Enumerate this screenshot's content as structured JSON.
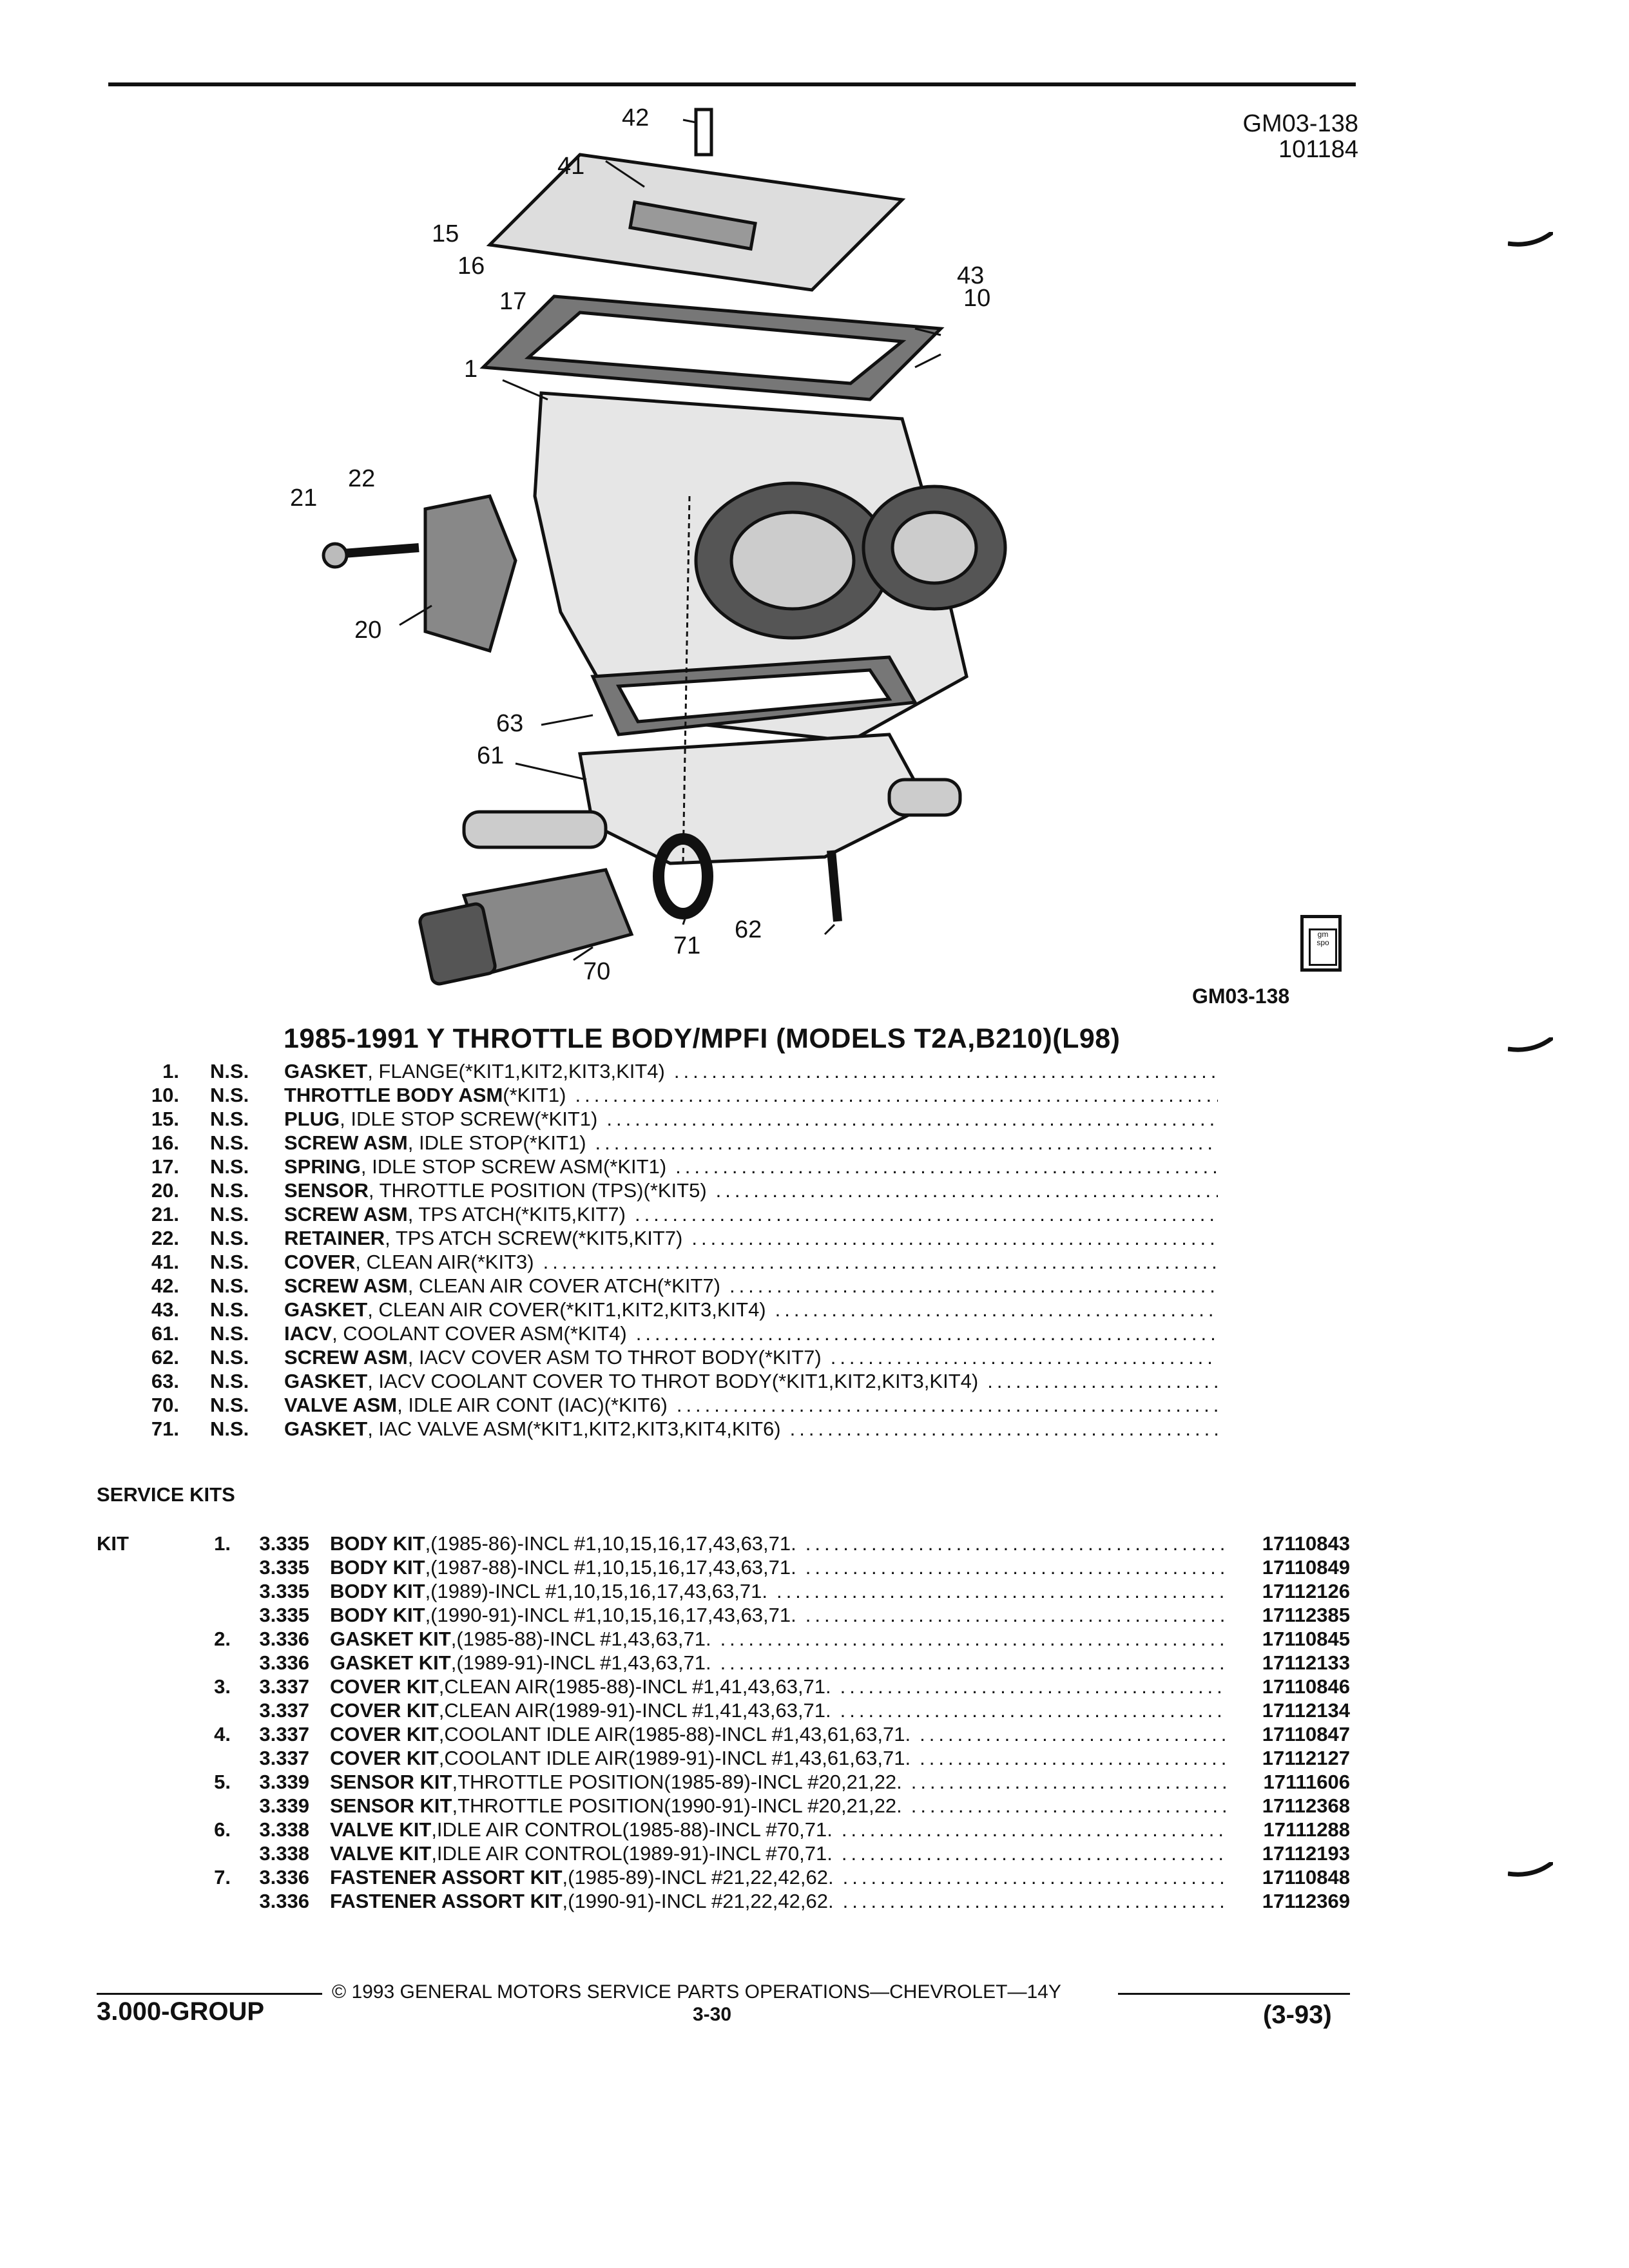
{
  "header": {
    "code": "GM03-138",
    "number": "101184"
  },
  "diagram": {
    "callouts": [
      "42",
      "41",
      "15",
      "16",
      "17",
      "43",
      "10",
      "1",
      "21",
      "22",
      "20",
      "63",
      "61",
      "62",
      "71",
      "70"
    ]
  },
  "figure_code": "GM03-138",
  "logo": {
    "text": "gm spo"
  },
  "title": "1985-1991 Y THROTTLE BODY/MPFI (MODELS T2A,B210)(L98)",
  "parts": [
    {
      "num": "1.",
      "ns": "N.S.",
      "name": "GASKET",
      "desc": ", FLANGE(*KIT1,KIT2,KIT3,KIT4)"
    },
    {
      "num": "10.",
      "ns": "N.S.",
      "name": "THROTTLE BODY ASM",
      "desc": "(*KIT1)"
    },
    {
      "num": "15.",
      "ns": "N.S.",
      "name": "PLUG",
      "desc": ", IDLE STOP SCREW(*KIT1)"
    },
    {
      "num": "16.",
      "ns": "N.S.",
      "name": "SCREW ASM",
      "desc": ", IDLE STOP(*KIT1)"
    },
    {
      "num": "17.",
      "ns": "N.S.",
      "name": "SPRING",
      "desc": ", IDLE STOP SCREW ASM(*KIT1)"
    },
    {
      "num": "20.",
      "ns": "N.S.",
      "name": "SENSOR",
      "desc": ", THROTTLE POSITION (TPS)(*KIT5)"
    },
    {
      "num": "21.",
      "ns": "N.S.",
      "name": "SCREW ASM",
      "desc": ", TPS ATCH(*KIT5,KIT7)"
    },
    {
      "num": "22.",
      "ns": "N.S.",
      "name": "RETAINER",
      "desc": ", TPS ATCH SCREW(*KIT5,KIT7)"
    },
    {
      "num": "41.",
      "ns": "N.S.",
      "name": "COVER",
      "desc": ", CLEAN AIR(*KIT3)"
    },
    {
      "num": "42.",
      "ns": "N.S.",
      "name": "SCREW ASM",
      "desc": ", CLEAN AIR COVER ATCH(*KIT7)"
    },
    {
      "num": "43.",
      "ns": "N.S.",
      "name": "GASKET",
      "desc": ", CLEAN AIR COVER(*KIT1,KIT2,KIT3,KIT4)"
    },
    {
      "num": "61.",
      "ns": "N.S.",
      "name": "IACV",
      "desc": ", COOLANT COVER ASM(*KIT4)"
    },
    {
      "num": "62.",
      "ns": "N.S.",
      "name": "SCREW ASM",
      "desc": ", IACV COVER ASM TO THROT BODY(*KIT7)"
    },
    {
      "num": "63.",
      "ns": "N.S.",
      "name": "GASKET",
      "desc": ", IACV COOLANT COVER TO THROT BODY(*KIT1,KIT2,KIT3,KIT4)"
    },
    {
      "num": "70.",
      "ns": "N.S.",
      "name": "VALVE ASM",
      "desc": ", IDLE AIR CONT (IAC)(*KIT6)"
    },
    {
      "num": "71.",
      "ns": "N.S.",
      "name": "GASKET",
      "desc": ", IAC VALVE ASM(*KIT1,KIT2,KIT3,KIT4,KIT6)"
    }
  ],
  "service_kits_header": "SERVICE KITS",
  "kits": [
    {
      "label": "KIT",
      "num": "1.",
      "grp": "3.335",
      "name": "BODY KIT",
      "desc": ",(1985-86)-INCL #1,10,15,16,17,43,63,71.",
      "part": "17110843"
    },
    {
      "label": "",
      "num": "",
      "grp": "3.335",
      "name": "BODY KIT",
      "desc": ",(1987-88)-INCL #1,10,15,16,17,43,63,71.",
      "part": "17110849"
    },
    {
      "label": "",
      "num": "",
      "grp": "3.335",
      "name": "BODY KIT",
      "desc": ",(1989)-INCL #1,10,15,16,17,43,63,71.",
      "part": "17112126"
    },
    {
      "label": "",
      "num": "",
      "grp": "3.335",
      "name": "BODY KIT",
      "desc": ",(1990-91)-INCL #1,10,15,16,17,43,63,71.",
      "part": "17112385"
    },
    {
      "label": "",
      "num": "2.",
      "grp": "3.336",
      "name": "GASKET KIT",
      "desc": ",(1985-88)-INCL #1,43,63,71.",
      "part": "17110845"
    },
    {
      "label": "",
      "num": "",
      "grp": "3.336",
      "name": "GASKET KIT",
      "desc": ",(1989-91)-INCL #1,43,63,71.",
      "part": "17112133"
    },
    {
      "label": "",
      "num": "3.",
      "grp": "3.337",
      "name": "COVER KIT",
      "desc": ",CLEAN AIR(1985-88)-INCL #1,41,43,63,71.",
      "part": "17110846"
    },
    {
      "label": "",
      "num": "",
      "grp": "3.337",
      "name": "COVER KIT",
      "desc": ",CLEAN AIR(1989-91)-INCL #1,41,43,63,71.",
      "part": "17112134"
    },
    {
      "label": "",
      "num": "4.",
      "grp": "3.337",
      "name": "COVER KIT",
      "desc": ",COOLANT IDLE AIR(1985-88)-INCL #1,43,61,63,71.",
      "part": "17110847"
    },
    {
      "label": "",
      "num": "",
      "grp": "3.337",
      "name": "COVER KIT",
      "desc": ",COOLANT IDLE AIR(1989-91)-INCL #1,43,61,63,71.",
      "part": "17112127"
    },
    {
      "label": "",
      "num": "5.",
      "grp": "3.339",
      "name": "SENSOR KIT",
      "desc": ",THROTTLE POSITION(1985-89)-INCL #20,21,22.",
      "part": "17111606"
    },
    {
      "label": "",
      "num": "",
      "grp": "3.339",
      "name": "SENSOR KIT",
      "desc": ",THROTTLE POSITION(1990-91)-INCL #20,21,22.",
      "part": "17112368"
    },
    {
      "label": "",
      "num": "6.",
      "grp": "3.338",
      "name": "VALVE KIT",
      "desc": ",IDLE AIR CONTROL(1985-88)-INCL #70,71.",
      "part": "17111288"
    },
    {
      "label": "",
      "num": "",
      "grp": "3.338",
      "name": "VALVE KIT",
      "desc": ",IDLE AIR CONTROL(1989-91)-INCL #70,71.",
      "part": "17112193"
    },
    {
      "label": "",
      "num": "7.",
      "grp": "3.336",
      "name": "FASTENER ASSORT KIT",
      "desc": ",(1985-89)-INCL #21,22,42,62.",
      "part": "17110848"
    },
    {
      "label": "",
      "num": "",
      "grp": "3.336",
      "name": "FASTENER ASSORT KIT",
      "desc": ",(1990-91)-INCL #21,22,42,62.",
      "part": "17112369"
    }
  ],
  "footer": {
    "copyright": "© 1993 GENERAL MOTORS SERVICE PARTS OPERATIONS—CHEVROLET—14Y",
    "group": "3.000-GROUP",
    "page": "3-30",
    "date": "(3-93)"
  }
}
